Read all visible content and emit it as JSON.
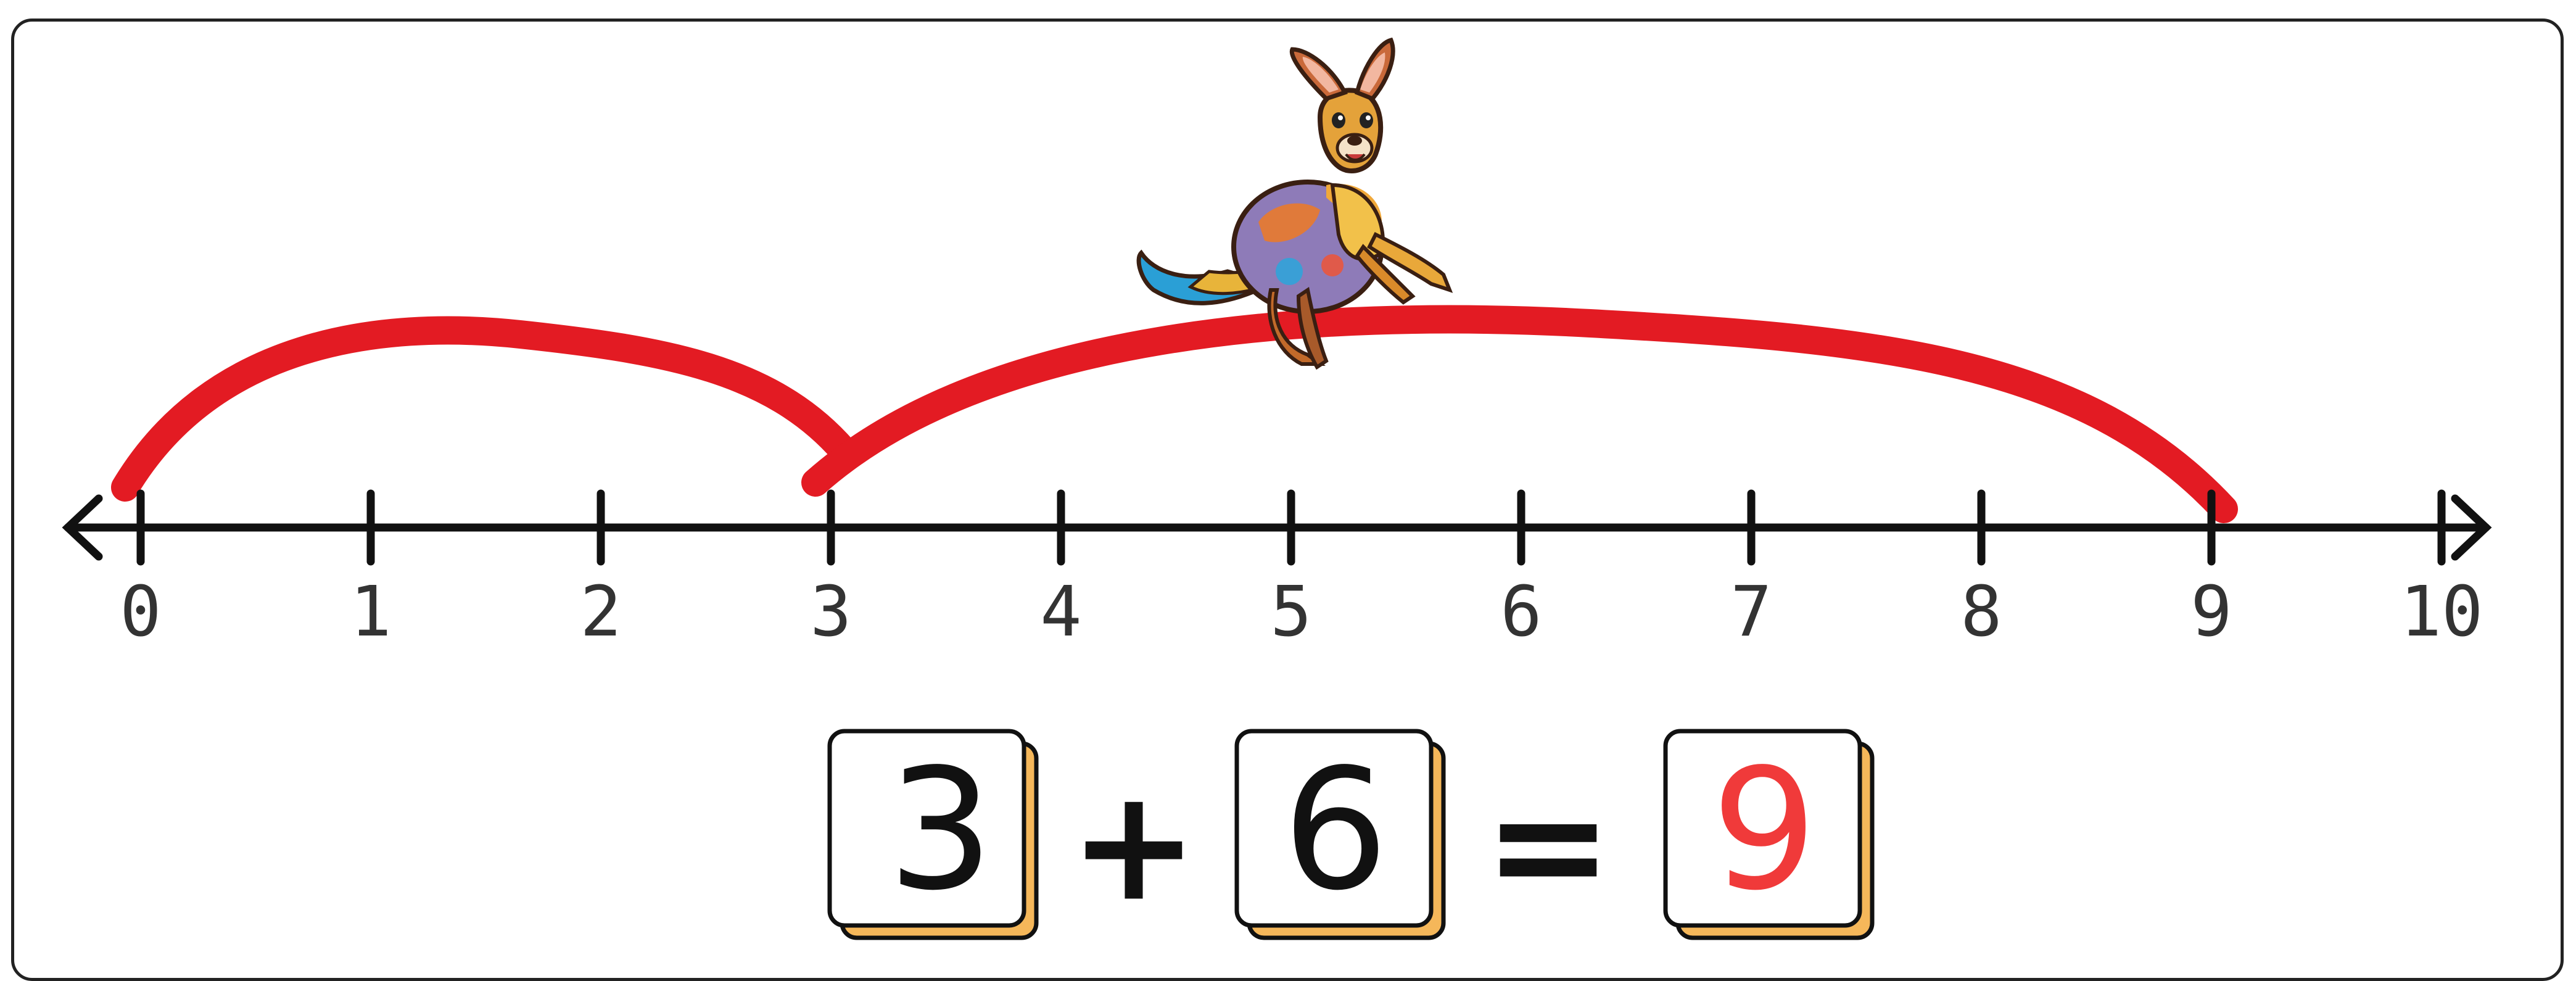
{
  "number_line": {
    "ticks": [
      "0",
      "1",
      "2",
      "3",
      "4",
      "5",
      "6",
      "7",
      "8",
      "9",
      "10"
    ],
    "hops": [
      {
        "from": 0,
        "to": 3
      },
      {
        "from": 3,
        "to": 9
      }
    ],
    "hop_color": "#e31b23"
  },
  "character": {
    "name": "kangaroo-icon"
  },
  "equation": {
    "addend1": "3",
    "plus": "+",
    "addend2": "6",
    "equals": "=",
    "sum": "9",
    "sum_color": "#f03a3a",
    "box_shadow_color": "#f5b75a"
  }
}
